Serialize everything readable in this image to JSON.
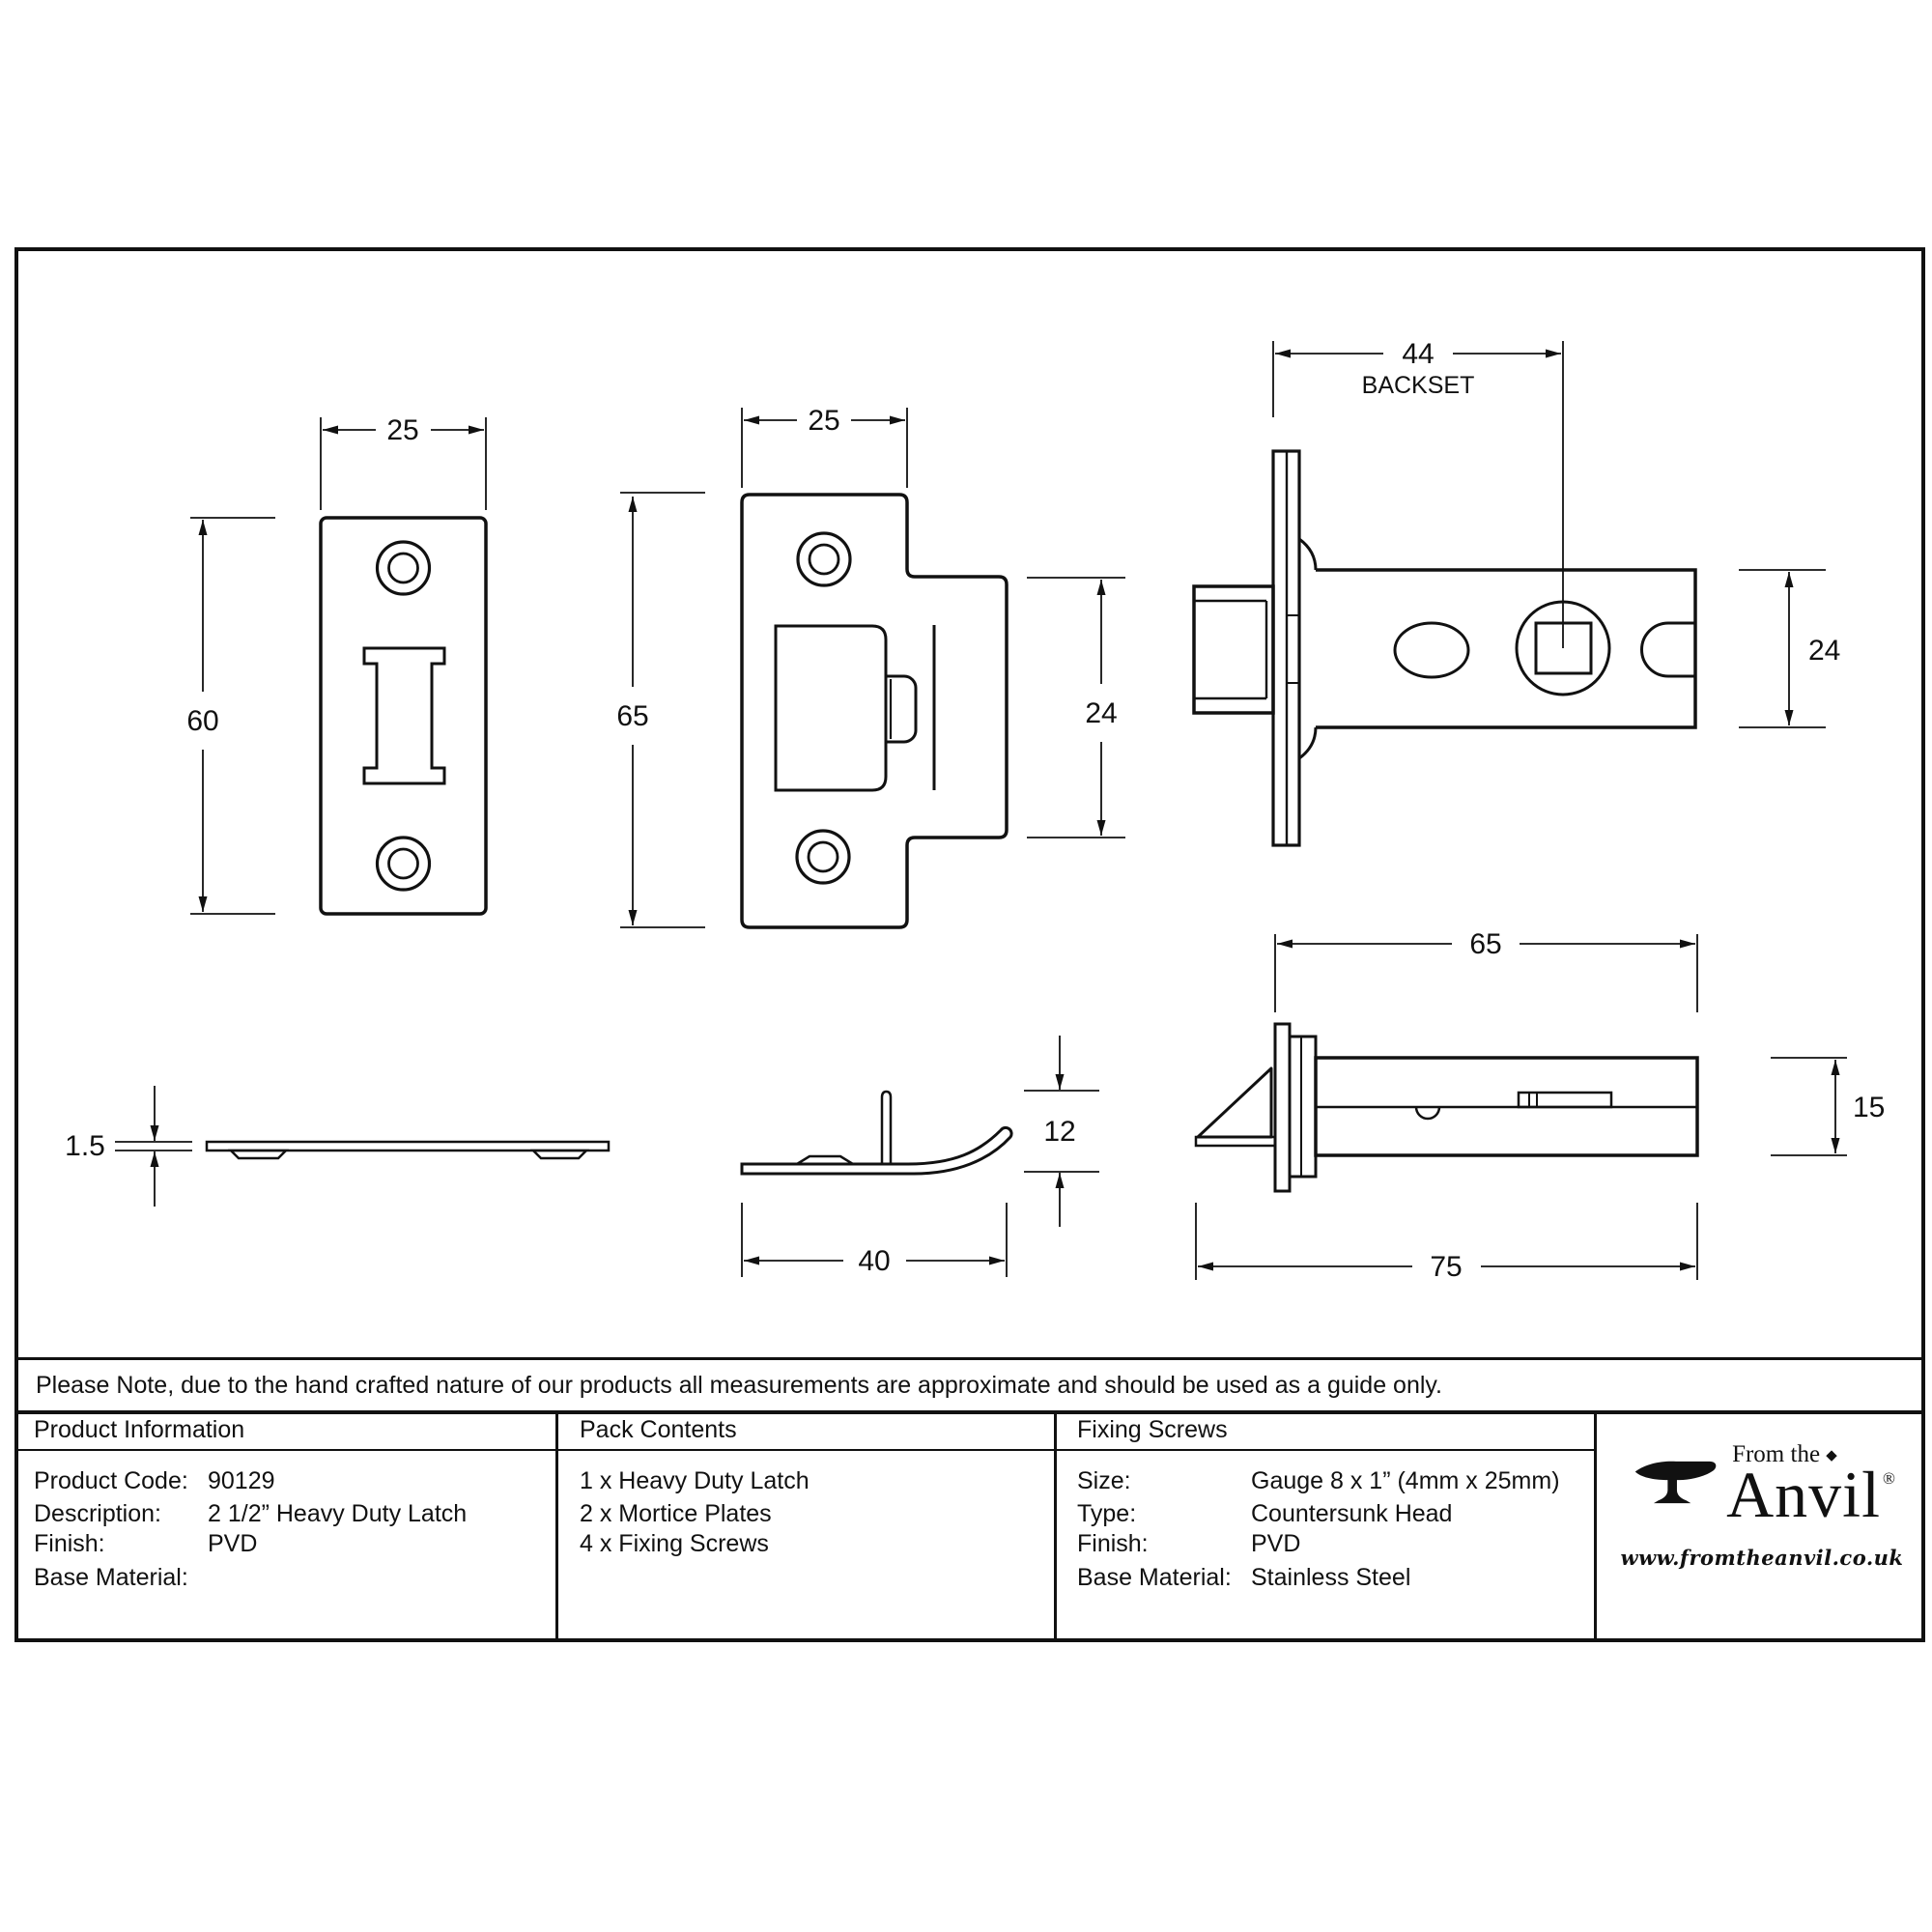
{
  "note": "Please Note, due to the hand crafted nature of our products all measurements are approximate and should be used as a guide only.",
  "table": {
    "product_information": {
      "header": "Product Information",
      "rows": [
        {
          "label": "Product Code:",
          "value": "90129"
        },
        {
          "label": "Description:",
          "value": "2 1/2” Heavy Duty Latch"
        },
        {
          "label": "Finish:",
          "value": "PVD"
        },
        {
          "label": "Base Material:",
          "value": ""
        }
      ]
    },
    "pack_contents": {
      "header": "Pack Contents",
      "items": [
        "1 x Heavy Duty Latch",
        "2 x Mortice Plates",
        "4 x Fixing Screws"
      ]
    },
    "fixing_screws": {
      "header": "Fixing Screws",
      "rows": [
        {
          "label": "Size:",
          "value": "Gauge 8 x 1” (4mm x 25mm)"
        },
        {
          "label": "Type:",
          "value": "Countersunk Head"
        },
        {
          "label": "Finish:",
          "value": "PVD"
        },
        {
          "label": "Base Material:",
          "value": "Stainless Steel"
        }
      ]
    },
    "logo": {
      "tagline": "From the",
      "diamond": "◆",
      "name": "Anvil",
      "registered": "®",
      "url": "www.fromtheanvil.co.uk"
    }
  },
  "dims": {
    "d1": {
      "width": "25",
      "height": "60"
    },
    "d2": {
      "width": "25",
      "height": "65",
      "tab": "24"
    },
    "d3": {
      "backset": "44",
      "backset_label": "BACKSET",
      "height": "24"
    },
    "d4": {
      "thickness": "1.5"
    },
    "d5": {
      "length": "40",
      "height": "12"
    },
    "d6": {
      "case_length": "65",
      "total_length": "75",
      "width": "15"
    }
  }
}
